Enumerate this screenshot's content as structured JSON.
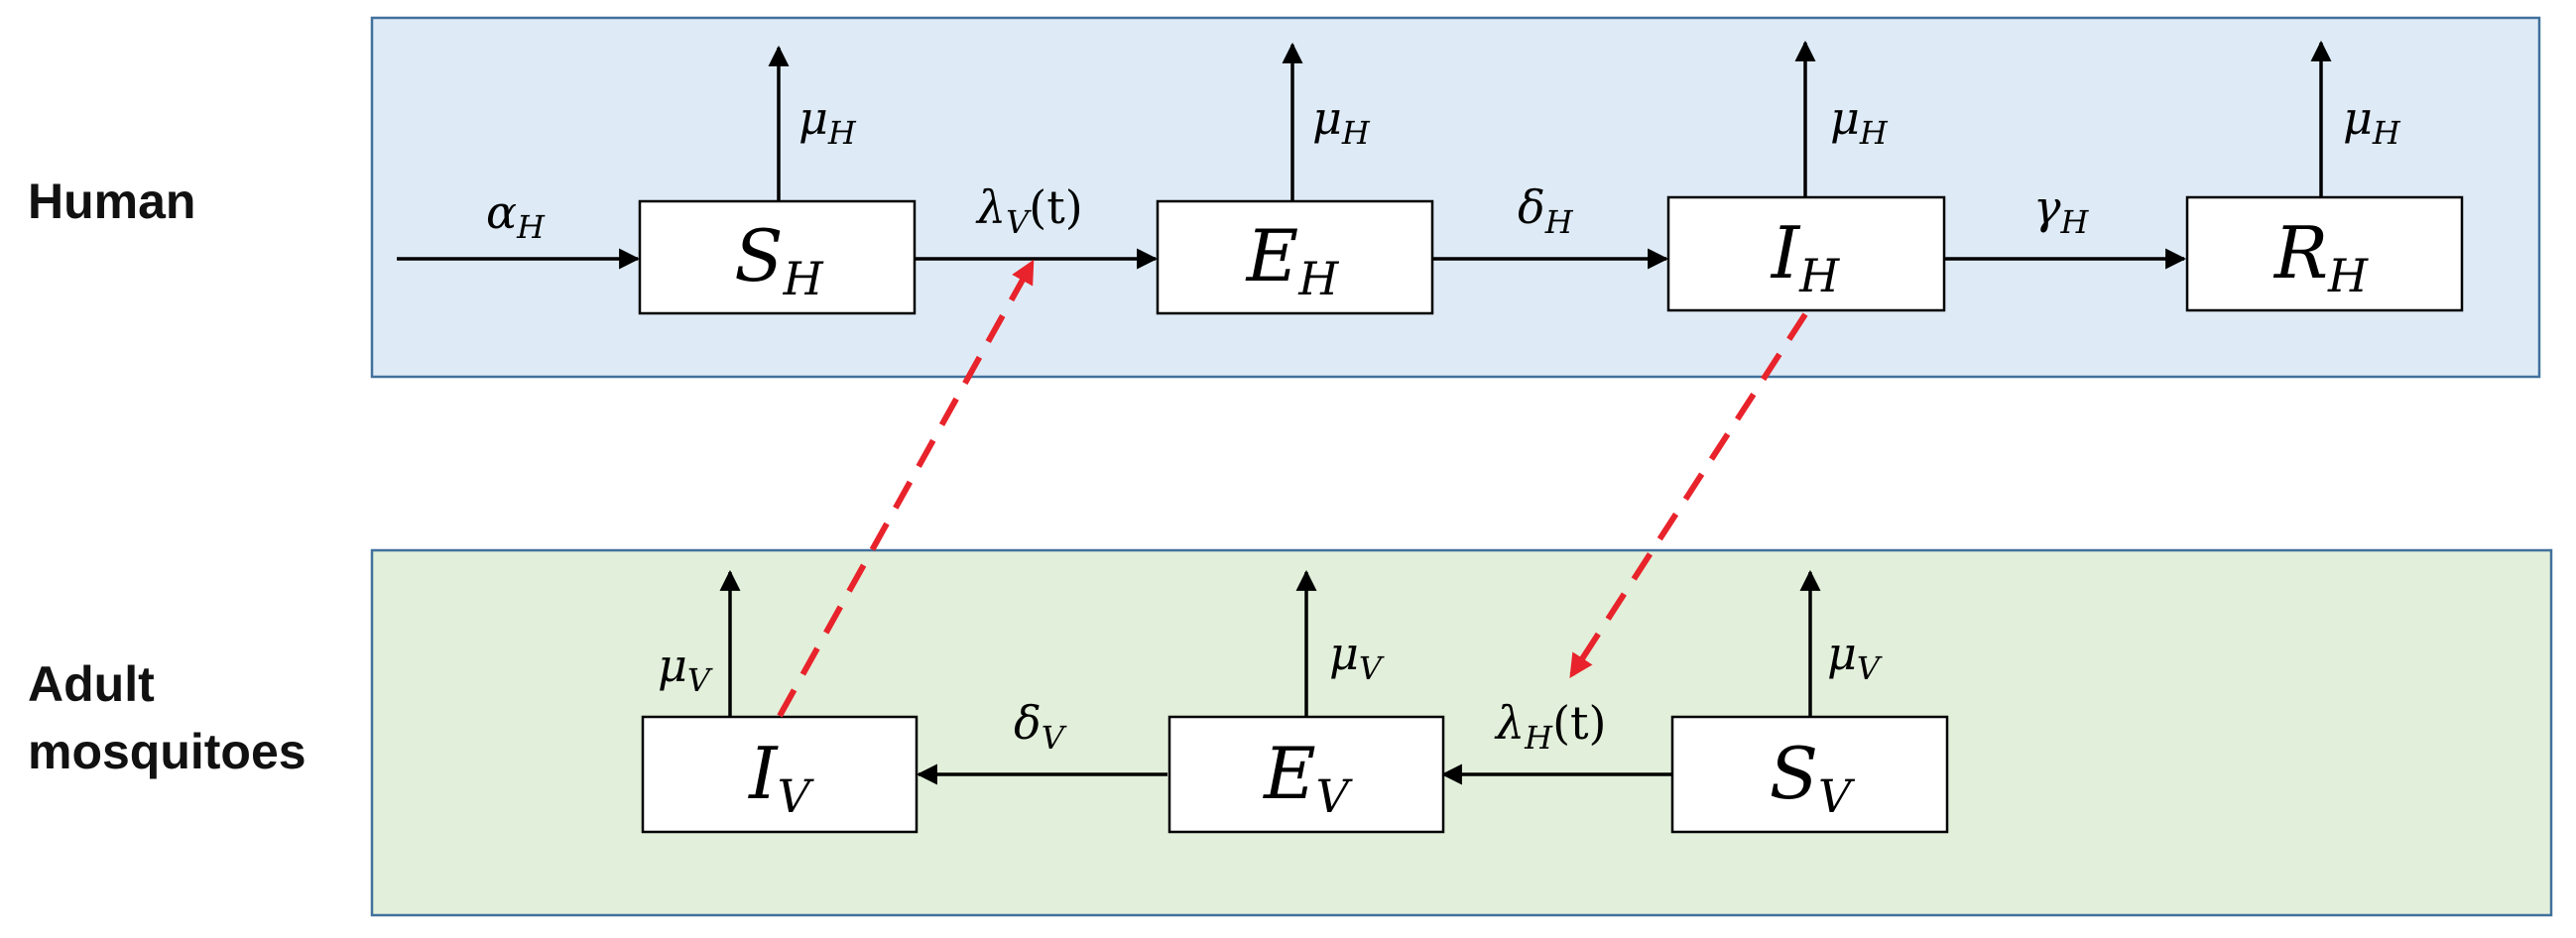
{
  "groups": {
    "human": {
      "label": "Human",
      "fill": "#deebf6",
      "stroke": "#41719c"
    },
    "mosquito": {
      "label_line1": "Adult",
      "label_line2": "mosquitoes",
      "fill": "#e2efda",
      "stroke": "#41719c"
    }
  },
  "compartments": {
    "SH": {
      "letter": "S",
      "sub": "H"
    },
    "EH": {
      "letter": "E",
      "sub": "H"
    },
    "IH": {
      "letter": "I",
      "sub": "H"
    },
    "RH": {
      "letter": "R",
      "sub": "H"
    },
    "IV": {
      "letter": "I",
      "sub": "V"
    },
    "EV": {
      "letter": "E",
      "sub": "V"
    },
    "SV": {
      "letter": "S",
      "sub": "V"
    }
  },
  "rates": {
    "alphaH": {
      "sym": "α",
      "sub": "H"
    },
    "lambdaV": {
      "sym": "λ",
      "sub": "V",
      "arg": "(t)"
    },
    "deltaH": {
      "sym": "δ",
      "sub": "H"
    },
    "gammaH": {
      "sym": "γ",
      "sub": "H"
    },
    "muH": {
      "sym": "μ",
      "sub": "H"
    },
    "muV": {
      "sym": "μ",
      "sub": "V"
    },
    "deltaV": {
      "sym": "δ",
      "sub": "V"
    },
    "lambdaH": {
      "sym": "λ",
      "sub": "H",
      "arg": "(t)"
    }
  },
  "colors": {
    "infection_arrow": "#e8232b",
    "flow_arrow": "#000000"
  }
}
